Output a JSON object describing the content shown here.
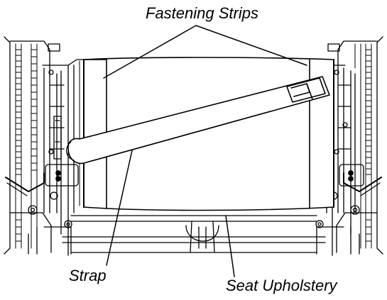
{
  "labels": {
    "fastening_strips": "Fastening Strips",
    "strap": "Strap",
    "seat_upholstery": "Seat Upholstery"
  },
  "colors": {
    "line": "#000000",
    "background": "#ffffff",
    "fill": "#ffffff"
  }
}
